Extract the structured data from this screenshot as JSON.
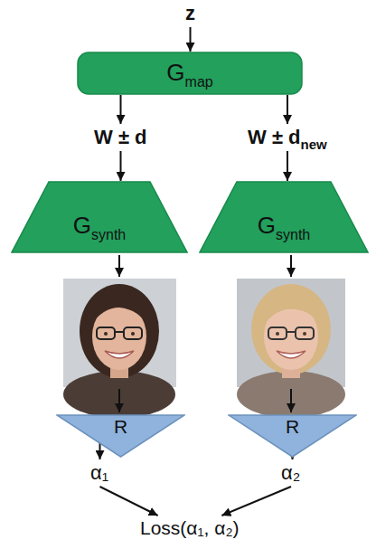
{
  "diagram": {
    "nodes": [
      {
        "text": [
          "z"
        ]
      },
      {
        "text": [
          "G",
          "map"
        ]
      },
      {
        "text": [
          "W ± d"
        ]
      },
      {
        "text": [
          "W ± d",
          "new"
        ]
      },
      {
        "text": [
          "G",
          "synth"
        ]
      },
      {
        "text": [
          "G",
          "synth"
        ]
      },
      {
        "text": [
          "R"
        ]
      },
      {
        "text": [
          "R"
        ]
      },
      {
        "text": [
          "α₁"
        ]
      },
      {
        "text": [
          "α₂"
        ]
      },
      {
        "text": [
          "Loss(α₁, α₂)"
        ]
      }
    ],
    "edges": [
      {
        "from": 0,
        "to": 1,
        "arrow": "to"
      },
      {
        "from": 1,
        "to": 2,
        "arrow": "to"
      },
      {
        "from": 1,
        "to": 3,
        "arrow": "to"
      },
      {
        "from": 2,
        "to": 4,
        "arrow": "to"
      },
      {
        "from": 3,
        "to": 5,
        "arrow": "to"
      },
      {
        "from": 6,
        "to": 8,
        "arrow": "to"
      },
      {
        "from": 7,
        "to": 9,
        "arrow": "to"
      },
      {
        "from": 8,
        "to": 10,
        "arrow": "to"
      },
      {
        "from": 9,
        "to": 10,
        "arrow": "to"
      }
    ]
  }
}
